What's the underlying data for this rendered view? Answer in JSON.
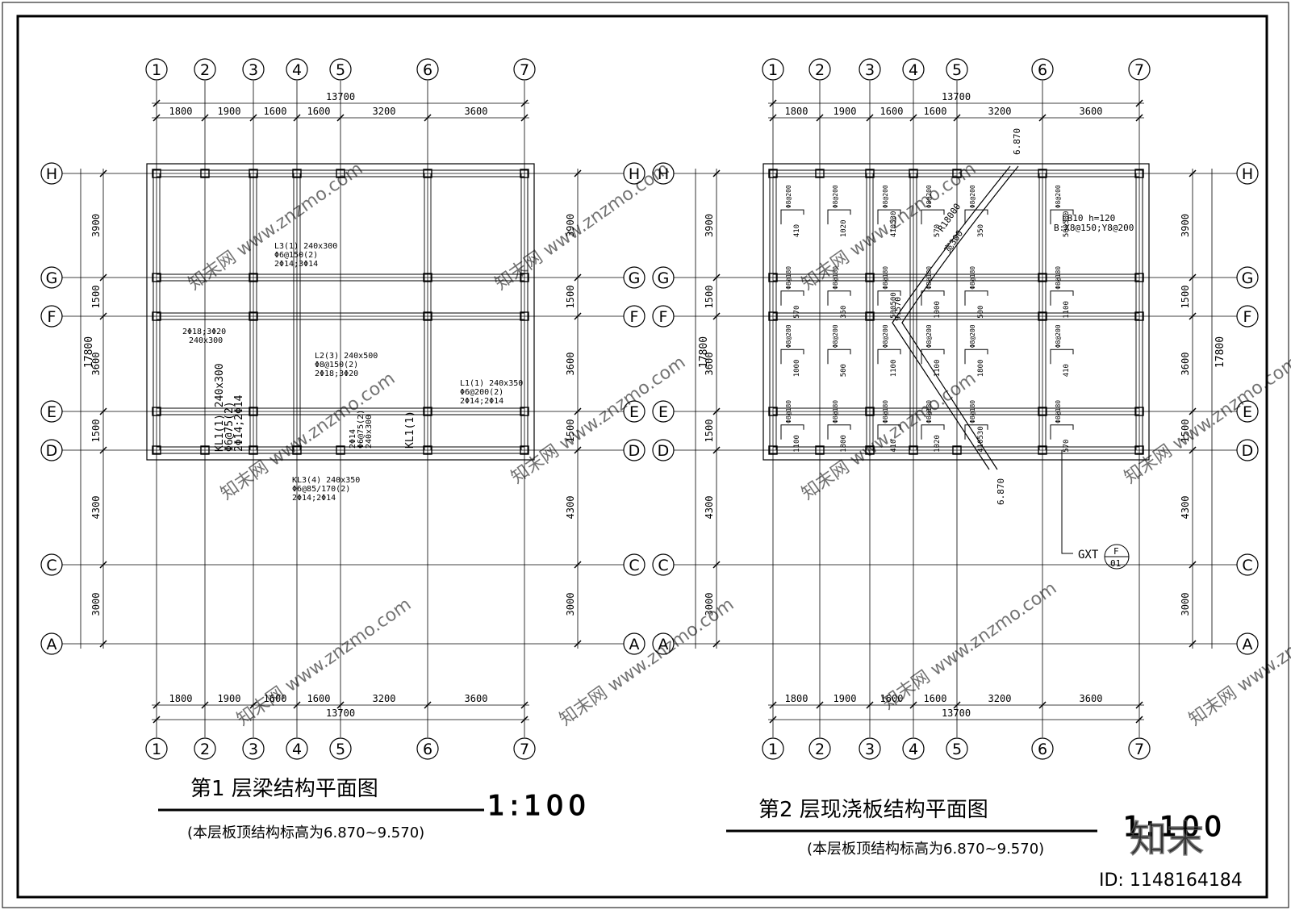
{
  "left_plan": {
    "title": "第1 层梁结构平面图",
    "scale": "1:100",
    "subtitle": "(本层板顶结构标高为6.870~9.570)",
    "annotations": [
      "L3(1) 240x300",
      "Φ6@150(2)",
      "2Φ14;3Φ14",
      "2Φ18;3Φ20",
      "240x300",
      "L2(3) 240x500",
      "Φ8@150(2)",
      "2Φ18;3Φ20",
      "L1(1) 240x350",
      "Φ6@200(2)",
      "2Φ14;2Φ14",
      "KL1(1) 240x300",
      "Φ6@75(2)",
      "2Φ14;2Φ14",
      "2Φ14",
      "Φ6@75(2)",
      "240x300",
      "KL1(1)",
      "KL3(4) 240x350",
      "Φ6@85/170(2)",
      "2Φ14;2Φ14"
    ]
  },
  "right_plan": {
    "title": "第2 层现浇板结构平面图",
    "scale": "1:100",
    "subtitle": "(本层板顶结构标高为6.870~9.570)",
    "elevation": "6.870",
    "slab_note_1": "LB10  h=120",
    "slab_note_2": "B:X8@150;Y8@200",
    "radius_note": "R18000",
    "wall_note": "宽300",
    "level_9570": "9.570",
    "gxt": "GXT",
    "detail_top": "F",
    "detail_bottom": "01",
    "rebar_labels": [
      "Φ8@200",
      "Φ8@180"
    ],
    "numbers": [
      "410",
      "570",
      "1000",
      "1100",
      "1020",
      "350",
      "500",
      "1800",
      "410530",
      "500500",
      "1100"
    ]
  },
  "grid": {
    "columns": [
      "1",
      "2",
      "3",
      "4",
      "5",
      "6",
      "7"
    ],
    "rows": [
      "H",
      "G",
      "F",
      "E",
      "D",
      "C",
      "A"
    ],
    "bay_widths": [
      "1800",
      "1900",
      "1600",
      "1600",
      "3200",
      "3600"
    ],
    "total_width": "13700",
    "row_spacings": [
      "3900",
      "1500",
      "3600",
      "1500",
      "4300",
      "3000"
    ],
    "total_depth": "17800"
  },
  "watermark": {
    "logo": "知末",
    "id_text": "ID: 1148164184",
    "site": "www.znzmo.com",
    "brand": "知末网"
  }
}
